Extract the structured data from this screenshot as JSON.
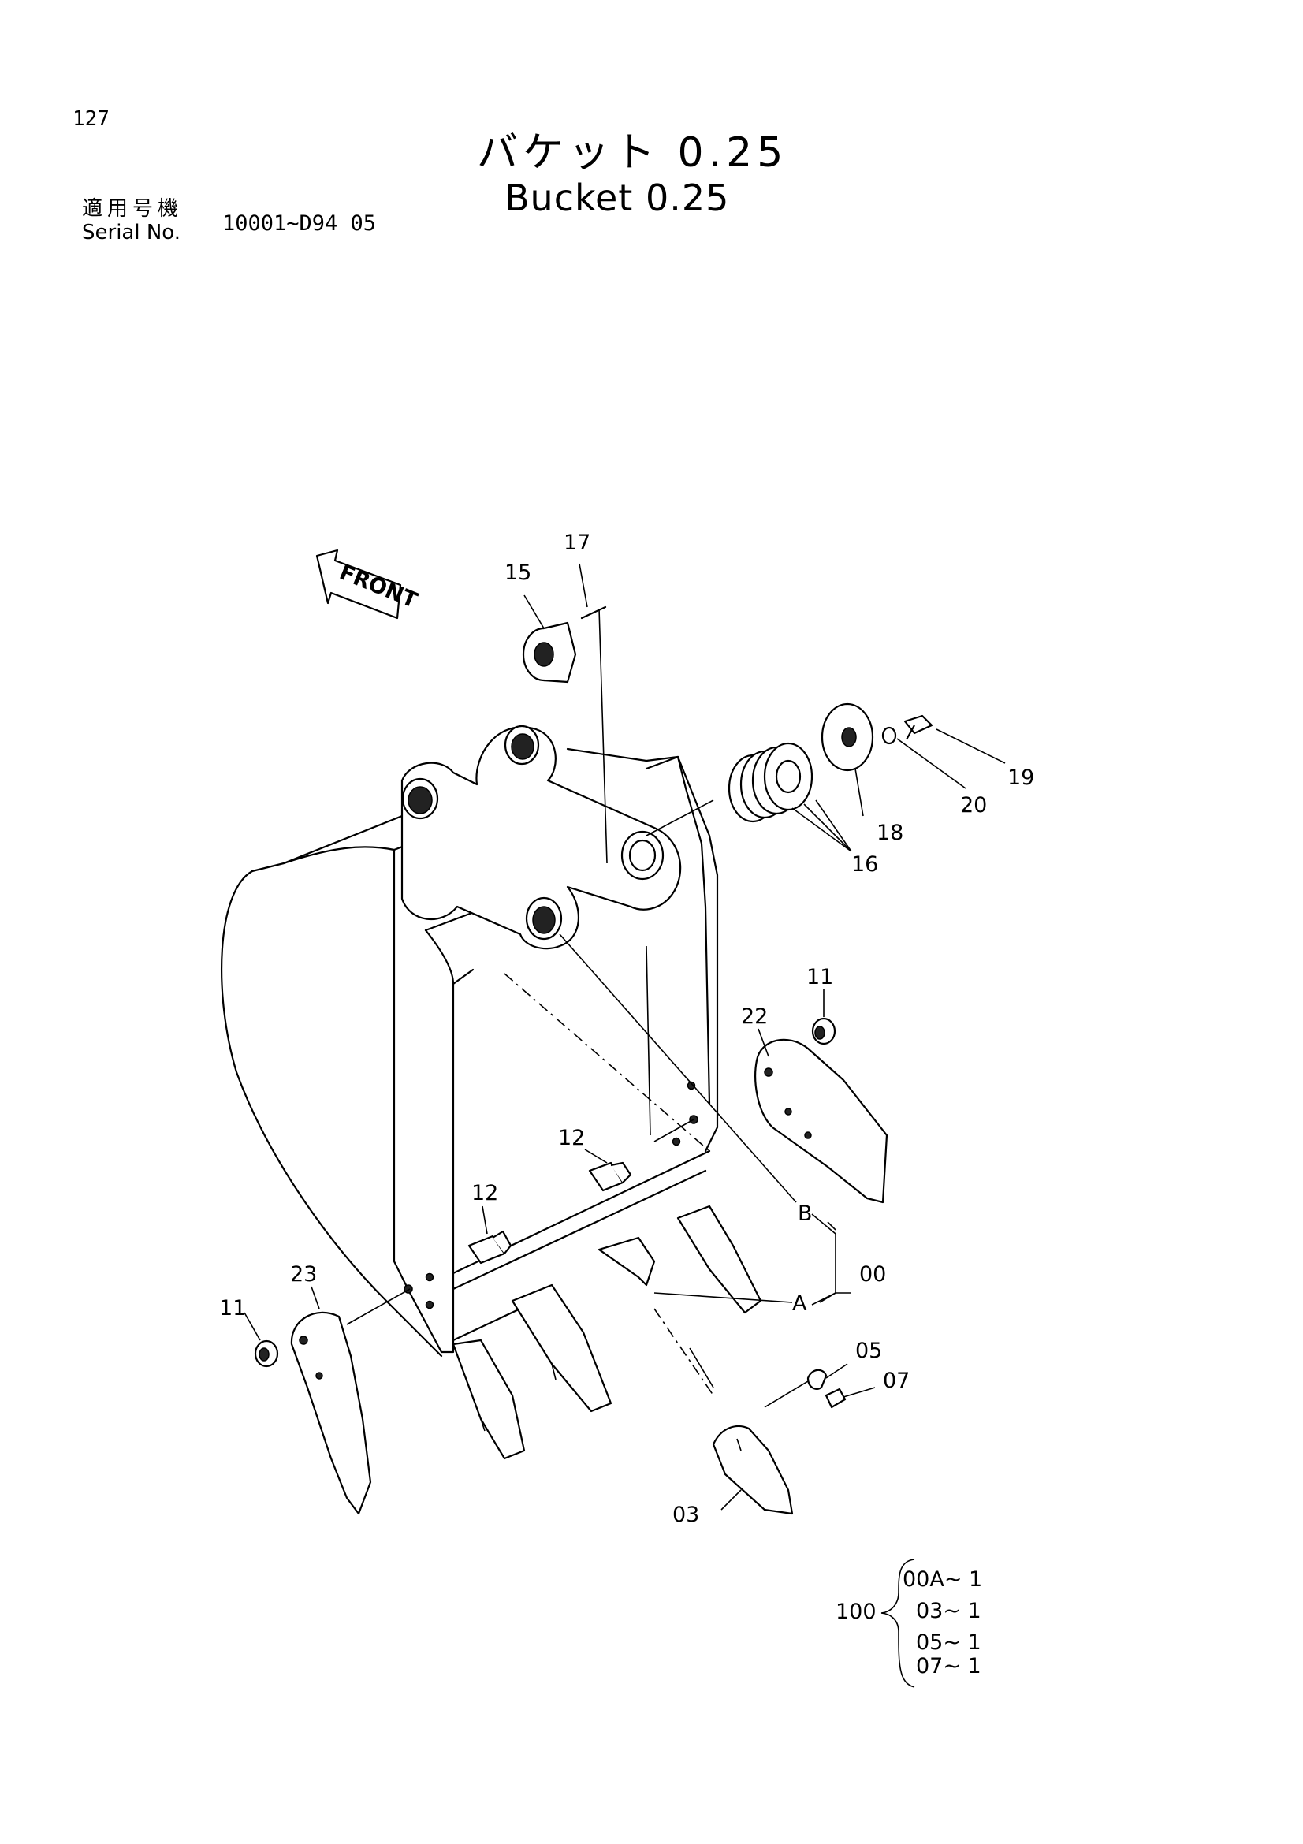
{
  "page_number": "127",
  "title": {
    "japanese": "バケット 0.25",
    "english": "Bucket 0.25"
  },
  "serial": {
    "label_japanese": "適用号機",
    "label_english": "Serial No.",
    "value": "10001~D94 05"
  },
  "diagram": {
    "front_arrow_label": "FRONT",
    "callouts": {
      "c15": "15",
      "c17": "17",
      "c19": "19",
      "c20": "20",
      "c18": "18",
      "c16": "16",
      "c11_right": "11",
      "c22": "22",
      "c12_upper": "12",
      "c12_lower": "12",
      "c23": "23",
      "c11_left": "11",
      "cB": "B",
      "c00": "00",
      "cA": "A",
      "c05": "05",
      "c07": "07",
      "c03": "03"
    }
  },
  "assembly_legend": {
    "group": "100",
    "items": [
      "00A~ 1",
      "03~ 1",
      "05~ 1",
      "07~ 1"
    ]
  }
}
